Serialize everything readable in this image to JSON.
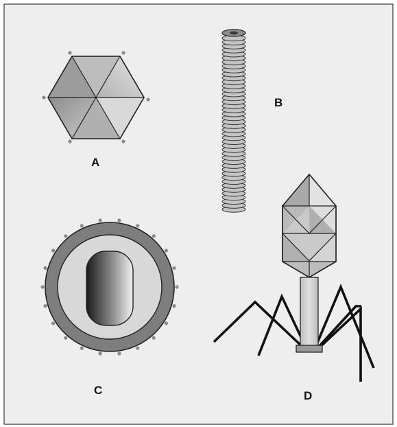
{
  "panels": {
    "a": {
      "label": "A"
    },
    "b": {
      "label": "B"
    },
    "c": {
      "label": "C"
    },
    "d": {
      "label": "D"
    }
  },
  "colors": {
    "background": "#eeeeee",
    "border": "#333333",
    "dark_gray": "#7a7a7a",
    "mid_gray": "#a9a9a9",
    "light_gray": "#d6d6d6",
    "outline": "#222222"
  }
}
